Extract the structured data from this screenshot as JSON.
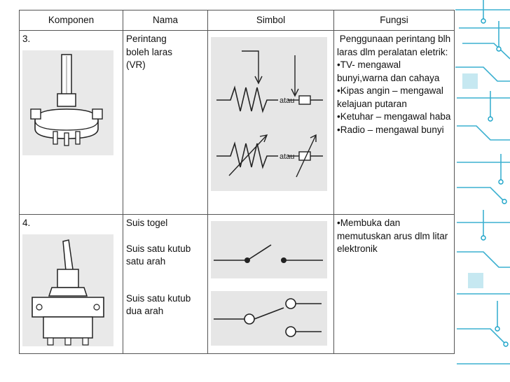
{
  "headers": [
    "Komponen",
    "Nama",
    "Simbol",
    "Fungsi"
  ],
  "rows": [
    {
      "number": "3.",
      "name": [
        "Perintang",
        "boleh laras",
        "(VR)"
      ],
      "symbol_labels": [
        "atau",
        "atau"
      ],
      "function_intro": " Penggunaan perintang blh laras dlm peralatan eletrik:",
      "function_items": [
        "TV- mengawal bunyi,warna dan cahaya",
        "Kipas angin – mengawal kelajuan putaran",
        "Ketuhar – mengawal haba",
        "Radio – mengawal bunyi"
      ]
    },
    {
      "number": "4.",
      "names": [
        "Suis togel",
        "Suis satu kutub satu arah",
        "Suis satu kutub dua arah"
      ],
      "function_items": [
        "Membuka dan memutuskan arus dlm litar elektronik"
      ]
    }
  ],
  "colors": {
    "accent": "#1aa3c8",
    "border": "#555555",
    "scan_bg": "#e6e6e6"
  }
}
